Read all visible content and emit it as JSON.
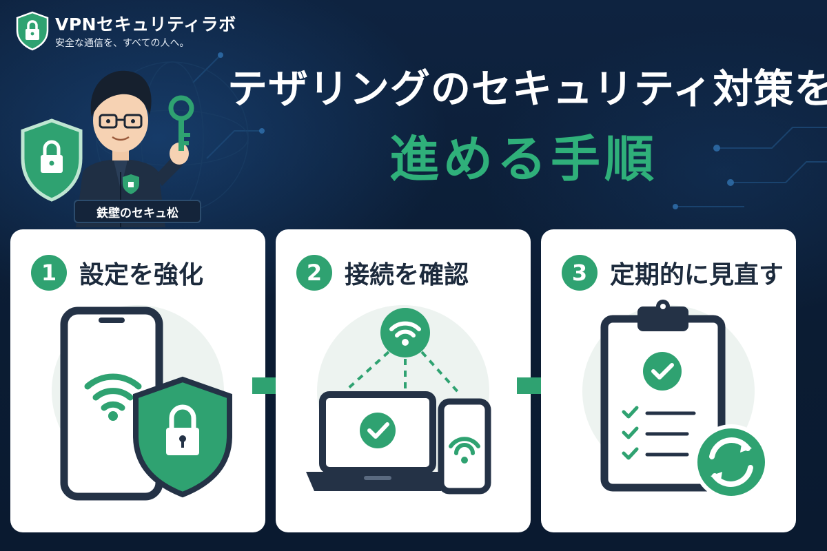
{
  "brand": {
    "name": "VPNセキュリティラボ",
    "tagline": "安全な通信を、すべての人へ。"
  },
  "mascot": {
    "name": "鉄壁のセキュ松"
  },
  "title": {
    "line1": "テザリングのセキュリティ対策を",
    "line2": "進める手順"
  },
  "steps": [
    {
      "number": "1",
      "label": "設定を強化",
      "icon": "phone-wifi-shield-icon"
    },
    {
      "number": "2",
      "label": "接続を確認",
      "icon": "devices-connection-icon"
    },
    {
      "number": "3",
      "label": "定期的に見直す",
      "icon": "clipboard-refresh-icon"
    }
  ],
  "colors": {
    "background": "#0c1e36",
    "accent": "#2fa271",
    "title_white": "#ffffff",
    "title_green": "#2fb07a",
    "card": "#ffffff",
    "dark": "#1e2b3a"
  }
}
